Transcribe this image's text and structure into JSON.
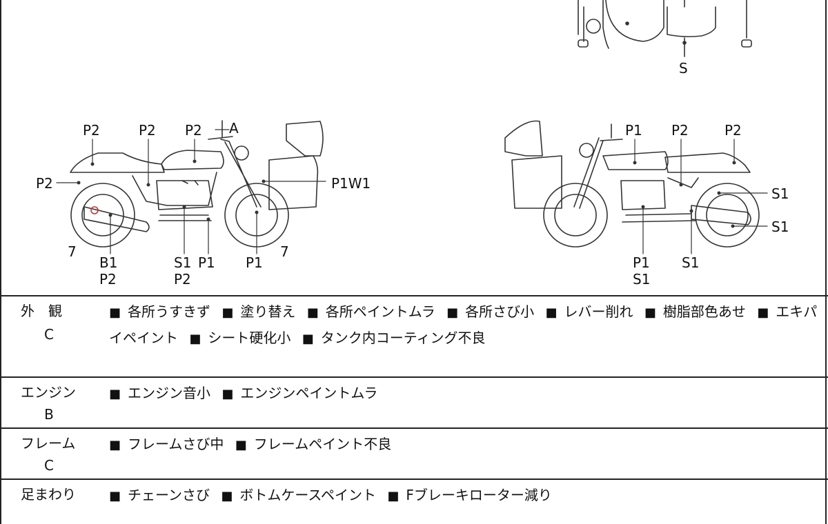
{
  "diagram": {
    "top_labels": {
      "S": "S"
    },
    "left_labels": {
      "p2_rear": "P2",
      "p2_tank_rear": "P2",
      "p2_tank": "P2",
      "a_mirror": "A",
      "p2_fender": "P2",
      "p1w1_case": "P1W1",
      "seven_rear": "7",
      "b1": "B1",
      "p2_b1": "P2",
      "s1_engine": "S1",
      "p1_engine": "P1",
      "p2_engine": "P2",
      "p1_front": "P1",
      "seven_front": "7"
    },
    "right_labels": {
      "p1_tank": "P1",
      "p2_side": "P2",
      "p2_tail": "P2",
      "s1_rear": "S1",
      "s1_muffler": "S1",
      "p1_engine": "P1",
      "s1_engine": "S1",
      "s1_center": "S1"
    }
  },
  "sections": [
    {
      "name": "外　観",
      "grade": "C",
      "items": [
        "各所うすきず",
        "塗り替え",
        "各所ペイントムラ",
        "各所さび小",
        "レバー削れ",
        "樹脂部色あせ",
        "エキパイペイント",
        "シート硬化小",
        "タンク内コーティング不良"
      ]
    },
    {
      "name": "エンジン",
      "grade": "B",
      "items": [
        "エンジン音小",
        "エンジンペイントムラ"
      ]
    },
    {
      "name": "フレーム",
      "grade": "C",
      "items": [
        "フレームさび中",
        "フレームペイント不良"
      ]
    },
    {
      "name": "足まわり",
      "grade": "",
      "items": [
        "チェーンさび",
        "ボトムケースペイント",
        "Fブレーキローター減り"
      ]
    }
  ]
}
